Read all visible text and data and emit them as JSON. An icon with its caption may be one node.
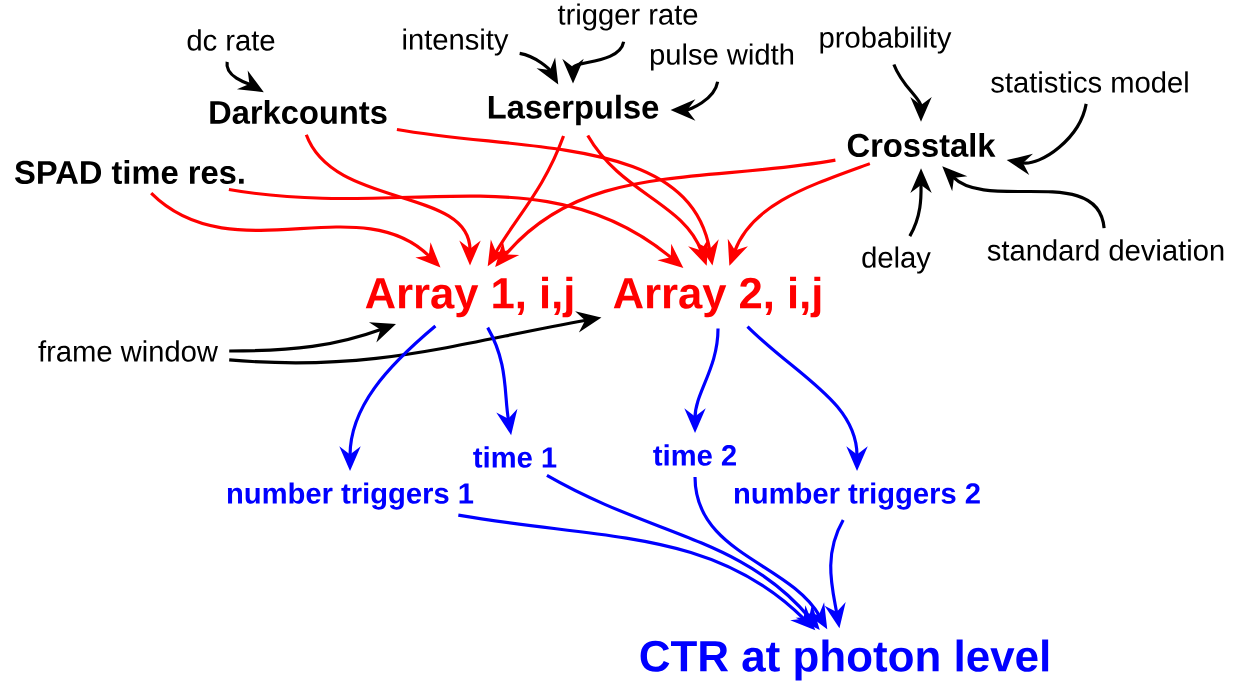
{
  "diagram": {
    "nodes": [
      {
        "text": [
          "dc rate"
        ]
      },
      {
        "text": [
          "intensity"
        ]
      },
      {
        "text": [
          "trigger rate"
        ]
      },
      {
        "text": [
          "pulse width"
        ]
      },
      {
        "text": [
          "probability"
        ]
      },
      {
        "text": [
          "statistics model"
        ]
      },
      {
        "text": [
          "Darkcounts"
        ]
      },
      {
        "text": [
          "Laserpulse"
        ]
      },
      {
        "text": [
          "Crosstalk"
        ]
      },
      {
        "text": [
          "SPAD time res."
        ]
      },
      {
        "text": [
          "delay"
        ]
      },
      {
        "text": [
          "standard deviation"
        ]
      },
      {
        "text": [
          "Array 1, i,j"
        ]
      },
      {
        "text": [
          "Array 2, i,j"
        ]
      },
      {
        "text": [
          "frame window"
        ]
      },
      {
        "text": [
          "time 1"
        ]
      },
      {
        "text": [
          "time 2"
        ]
      },
      {
        "text": [
          "number triggers 1"
        ]
      },
      {
        "text": [
          "number triggers 2"
        ]
      },
      {
        "text": [
          "CTR at photon level"
        ]
      }
    ],
    "edges": [
      {
        "from": 0,
        "to": 6,
        "arrow": "to"
      },
      {
        "from": 1,
        "to": 7,
        "arrow": "to"
      },
      {
        "from": 2,
        "to": 7,
        "arrow": "to"
      },
      {
        "from": 3,
        "to": 7,
        "arrow": "to"
      },
      {
        "from": 4,
        "to": 8,
        "arrow": "to"
      },
      {
        "from": 5,
        "to": 8,
        "arrow": "to"
      },
      {
        "from": 10,
        "to": 8,
        "arrow": "to"
      },
      {
        "from": 11,
        "to": 8,
        "arrow": "to"
      },
      {
        "from": 14,
        "to": 12,
        "arrow": "to"
      },
      {
        "from": 14,
        "to": 13,
        "arrow": "to"
      },
      {
        "from": 6,
        "to": 12,
        "arrow": "to",
        "color": "#ff0000"
      },
      {
        "from": 6,
        "to": 13,
        "arrow": "to",
        "color": "#ff0000"
      },
      {
        "from": 7,
        "to": 12,
        "arrow": "to",
        "color": "#ff0000"
      },
      {
        "from": 7,
        "to": 13,
        "arrow": "to",
        "color": "#ff0000"
      },
      {
        "from": 8,
        "to": 12,
        "arrow": "to",
        "color": "#ff0000"
      },
      {
        "from": 8,
        "to": 13,
        "arrow": "to",
        "color": "#ff0000"
      },
      {
        "from": 9,
        "to": 12,
        "arrow": "to",
        "color": "#ff0000"
      },
      {
        "from": 9,
        "to": 13,
        "arrow": "to",
        "color": "#ff0000"
      },
      {
        "from": 12,
        "to": 17,
        "arrow": "to",
        "color": "#0000ff"
      },
      {
        "from": 12,
        "to": 15,
        "arrow": "to",
        "color": "#0000ff"
      },
      {
        "from": 13,
        "to": 16,
        "arrow": "to",
        "color": "#0000ff"
      },
      {
        "from": 13,
        "to": 18,
        "arrow": "to",
        "color": "#0000ff"
      },
      {
        "from": 17,
        "to": 19,
        "arrow": "to",
        "color": "#0000ff"
      },
      {
        "from": 15,
        "to": 19,
        "arrow": "to",
        "color": "#0000ff"
      },
      {
        "from": 16,
        "to": 19,
        "arrow": "to",
        "color": "#0000ff"
      },
      {
        "from": 18,
        "to": 19,
        "arrow": "to",
        "color": "#0000ff"
      }
    ]
  }
}
